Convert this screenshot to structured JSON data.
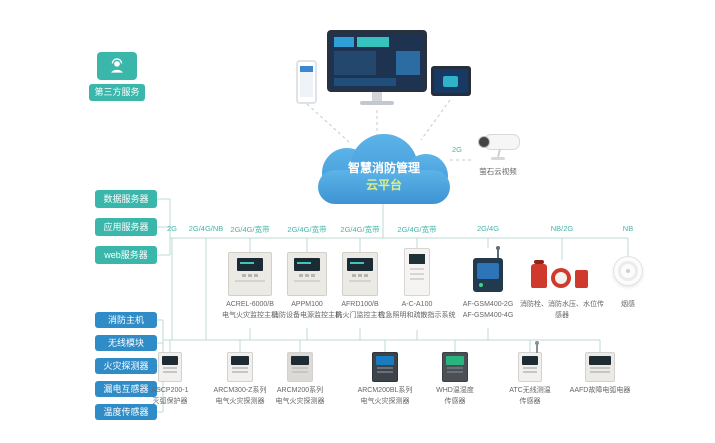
{
  "colors": {
    "accent_teal": "#3ab6ab",
    "accent_blue": "#2f8cc7",
    "line": "#bcd9d6",
    "cloud_blue": "#459dda",
    "alarm_red": "#cf3a2c"
  },
  "third_party": {
    "label": "第三方服务"
  },
  "cloud": {
    "line1": "智慧消防管理",
    "line2": "云平台"
  },
  "camera": {
    "conn_label": "2G",
    "caption": "萤石云视频"
  },
  "servers": {
    "items": [
      {
        "label": "数据服务器"
      },
      {
        "label": "应用服务器"
      },
      {
        "label": "web服务器"
      }
    ]
  },
  "device_groups": {
    "items": [
      {
        "label": "消防主机"
      },
      {
        "label": "无线模块"
      },
      {
        "label": "火灾探测器"
      },
      {
        "label": "漏电互感器"
      },
      {
        "label": "温度传感器"
      }
    ]
  },
  "uplinks": {
    "items": [
      {
        "label": "2G"
      },
      {
        "label": "2G/4G/NB"
      },
      {
        "label": "2G/4G/宽带"
      },
      {
        "label": "2G/4G/宽带"
      },
      {
        "label": "2G/4G/宽带"
      },
      {
        "label": "2G/4G/宽带"
      },
      {
        "label": "2G/4G"
      },
      {
        "label": "NB/2G"
      },
      {
        "label": "NB"
      }
    ]
  },
  "middle_devices": {
    "items": [
      {
        "name": "ACREL-6000/B",
        "desc": "电气火灾监控主机"
      },
      {
        "name": "APPM100",
        "desc": "消防设备电源监控主机"
      },
      {
        "name": "AFRD100/B",
        "desc": "防火门监控主机"
      },
      {
        "name": "A-C-A100",
        "desc": "应急照明和疏散指示系统"
      },
      {
        "name": "AF-GSM400-2G",
        "desc": "AF-GSM400-4G"
      },
      {
        "name": "消防栓、消防水压、水位传感器",
        "desc": ""
      },
      {
        "name": "烟感",
        "desc": ""
      }
    ]
  },
  "bottom_devices": {
    "items": [
      {
        "name": "ASCP200-1",
        "desc": "灭弧保护器"
      },
      {
        "name": "ARCM300-Z系列",
        "desc": "电气火灾探测器"
      },
      {
        "name": "ARCM200系列",
        "desc": "电气火灾探测器"
      },
      {
        "name": "ARCM200BL系列",
        "desc": "电气火灾探测器"
      },
      {
        "name": "WHD温湿度",
        "desc": "传感器"
      },
      {
        "name": "ATC无线测温",
        "desc": "传感器"
      },
      {
        "name": "AAFD故障电弧电器",
        "desc": ""
      }
    ]
  }
}
